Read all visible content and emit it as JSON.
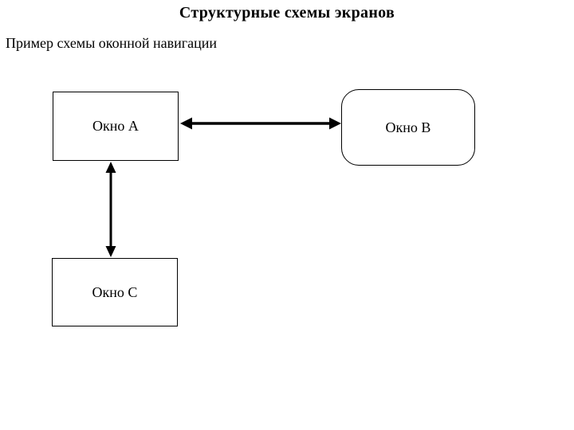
{
  "title": "Структурные схемы экранов",
  "subtitle": "Пример схемы оконной навигации",
  "diagram": {
    "nodes": [
      {
        "id": "A",
        "label": "Окно A",
        "shape": "rectangle"
      },
      {
        "id": "B",
        "label": "Окно B",
        "shape": "rounded-rectangle"
      },
      {
        "id": "C",
        "label": "Окно C",
        "shape": "rectangle"
      }
    ],
    "edges": [
      {
        "from": "A",
        "to": "B",
        "type": "bidirectional-arrow",
        "orientation": "horizontal"
      },
      {
        "from": "A",
        "to": "C",
        "type": "bidirectional-arrow",
        "orientation": "vertical"
      }
    ]
  },
  "colors": {
    "background": "#ffffff",
    "stroke": "#000000",
    "text": "#000000"
  }
}
